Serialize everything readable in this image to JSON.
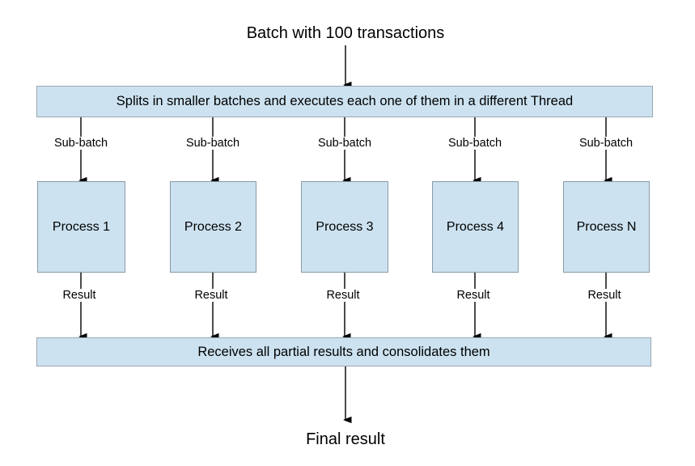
{
  "diagram": {
    "title_top": "Batch with 100 transactions",
    "title_bottom": "Final result",
    "split_bar": "Splits in smaller batches and executes each one of them in a different Thread",
    "merge_bar": "Receives all partial results and consolidates them",
    "colors": {
      "node_fill": "#cce2f0",
      "node_border": "#8a9aa5",
      "bar_border": "#9aa8b2",
      "arrow": "#000000",
      "text": "#000000",
      "background": "#ffffff"
    },
    "processes": [
      {
        "label": "Process 1",
        "in_label": "Sub-batch",
        "out_label": "Result"
      },
      {
        "label": "Process 2",
        "in_label": "Sub-batch",
        "out_label": "Result"
      },
      {
        "label": "Process 3",
        "in_label": "Sub-batch",
        "out_label": "Result"
      },
      {
        "label": "Process 4",
        "in_label": "Sub-batch",
        "out_label": "Result"
      },
      {
        "label": "Process N",
        "in_label": "Sub-batch",
        "out_label": "Result"
      }
    ]
  }
}
